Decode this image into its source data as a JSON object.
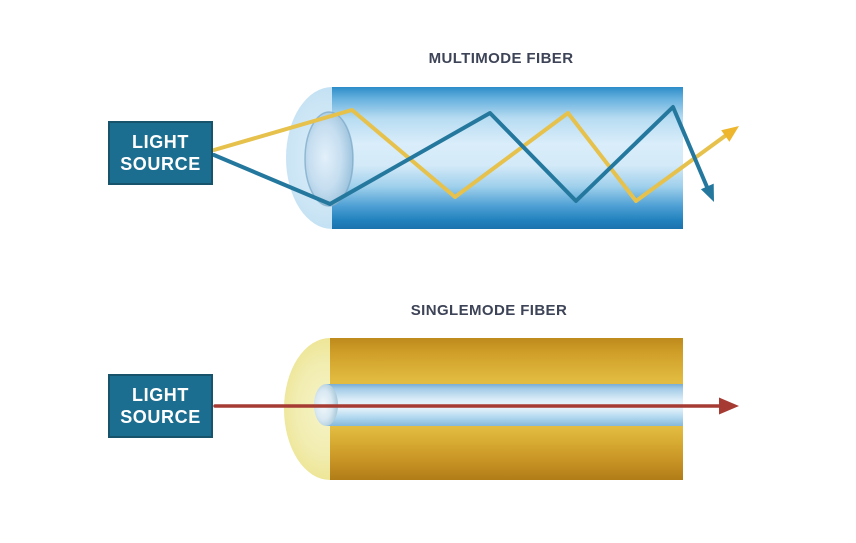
{
  "multimode": {
    "title": "MULTIMODE FIBER",
    "light_source": {
      "line1": "LIGHT",
      "line2": "SOURCE"
    }
  },
  "singlemode": {
    "title": "SINGLEMODE FIBER",
    "light_source": {
      "line1": "LIGHT",
      "line2": "SOURCE"
    }
  },
  "colors": {
    "title_text": "#3e4457",
    "light_source_fill": "#1c6e90",
    "light_source_border": "#17536b",
    "light_source_text": "#ffffff",
    "multimode_body_blue": "#2c8dc8",
    "multimode_body_highlight": "#d9edfa",
    "multimode_cap": "#cbe5f5",
    "singlemode_body_gold": "#d9ad33",
    "singlemode_cap": "#f1ecae",
    "singlemode_core_blue": "#dcedf8",
    "ray_yellow": "#e6c14c",
    "ray_yellow_head": "#edb62c",
    "ray_teal": "#24789e",
    "ray_red": "#a63b33"
  }
}
